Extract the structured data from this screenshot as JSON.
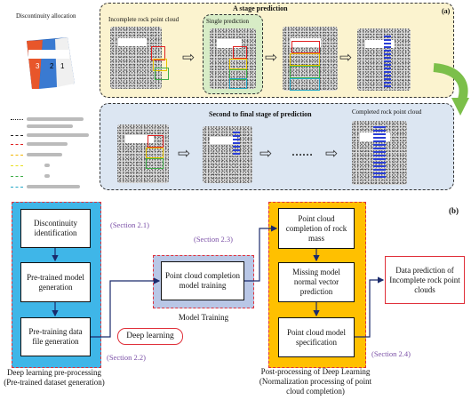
{
  "panel_a": {
    "label": "(a)",
    "title": "A stage prediction",
    "incomplete_label": "Incomplete rock point cloud",
    "single_prediction_label": "Single prediction"
  },
  "panel_b_top": {
    "title": "Second to final stage of prediction",
    "completed_label": "Completed rock point cloud",
    "ellipsis": "……"
  },
  "legend": {
    "title": "Discontinuity allocation",
    "region_labels": [
      "3",
      "2",
      "1"
    ]
  },
  "panel_b_label": "(b)",
  "flow": {
    "box_discontinuity": "Discontinuity identification",
    "box_pretrained": "Pre-trained model generation",
    "box_pretraining_data": "Pre-training data file generation",
    "deep_learning": "Deep learning",
    "box_completion_training": "Point cloud completion model training",
    "model_training_caption": "Model Training",
    "box_completion_rock": "Point cloud completion of rock mass",
    "box_missing_normal": "Missing model normal vector prediction",
    "box_model_spec": "Point cloud model specification",
    "box_data_prediction": "Data prediction of Incomplete rock point clouds",
    "sec_21": "(Section 2.1)",
    "sec_22": "(Section 2.2)",
    "sec_23": "(Section 2.3)",
    "sec_24": "(Section 2.4)",
    "caption_left": "Deep learning pre-processing (Pre-trained dataset generation)",
    "caption_post": "Post-processing of Deep Learning (Normalization processing of point cloud completion)"
  },
  "colors": {
    "panel_a_bg": "#fbf3cf",
    "panel_b_bg": "#dce6f2",
    "preprocess_bg": "#3fb6e8",
    "postprocess_bg": "#ffc000",
    "training_bg": "#b9c7e6",
    "dash_red": "#e0303a",
    "green_arrow": "#7cbf4a",
    "section_text": "#7a4fa6"
  }
}
